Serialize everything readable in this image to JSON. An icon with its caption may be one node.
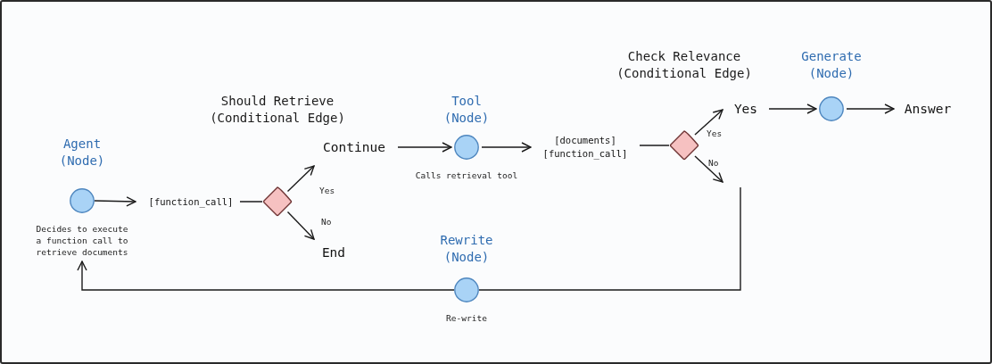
{
  "diagram": {
    "nodes": [
      {
        "text": [
          "Agent (Node)"
        ],
        "beside": [
          "Decides to execute a function call to retrieve documents"
        ]
      },
      {
        "text": [
          "[function_call]"
        ]
      },
      {
        "text": [
          "Should Retrieve (Conditional Edge)"
        ]
      },
      {
        "text": [
          "Continue"
        ]
      },
      {
        "text": [
          "End"
        ]
      },
      {
        "text": [
          "Tool (Node)"
        ],
        "beside": [
          "Calls retrieval tool"
        ]
      },
      {
        "text": [
          "[documents] [function_call]"
        ]
      },
      {
        "text": [
          "Check Relevance (Conditional Edge)"
        ]
      },
      {
        "text": [
          "Yes"
        ]
      },
      {
        "text": [
          "Generate (Node)"
        ]
      },
      {
        "text": [
          "Answer"
        ]
      },
      {
        "text": [
          "Rewrite (Node)"
        ],
        "beside": [
          "Re-write"
        ]
      }
    ],
    "edges": [
      {
        "from": 0,
        "to": 1,
        "arrow": "to"
      },
      {
        "from": 1,
        "to": 2,
        "arrow": "none"
      },
      {
        "from": 2,
        "to": 3,
        "arrow": "to",
        "label": "Yes"
      },
      {
        "from": 2,
        "to": 4,
        "arrow": "to",
        "label": "No"
      },
      {
        "from": 3,
        "to": 5,
        "arrow": "to"
      },
      {
        "from": 5,
        "to": 6,
        "arrow": "to"
      },
      {
        "from": 6,
        "to": 7,
        "arrow": "none"
      },
      {
        "from": 7,
        "to": 8,
        "arrow": "to",
        "label": "Yes"
      },
      {
        "from": 7,
        "to": null,
        "arrow": "to",
        "label": "No"
      },
      {
        "from": null,
        "to": 11,
        "arrow": "none"
      },
      {
        "from": 11,
        "to": 0,
        "arrow": "to"
      },
      {
        "from": 8,
        "to": 9,
        "arrow": "to"
      },
      {
        "from": 9,
        "to": 10,
        "arrow": "to"
      }
    ]
  }
}
